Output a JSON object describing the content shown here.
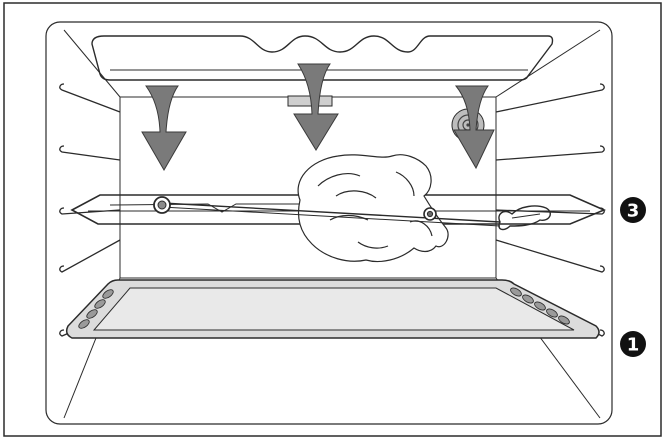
{
  "markers": [
    {
      "id": "shelf-level-3",
      "label": "3"
    },
    {
      "id": "shelf-level-1",
      "label": "1"
    }
  ],
  "colors": {
    "line": "#2b2b2b",
    "arrow": "#7a7a7a",
    "arrow_edge": "#3a3a3a",
    "tray_fill": "#dcdcdc",
    "tray_inner": "#e9e9e9",
    "marker_fill": "#111111",
    "marker_text": "#ffffff",
    "background": "#ffffff"
  },
  "icons": [
    "heating-element-icon",
    "heat-arrow-icon",
    "rotisserie-spit-icon",
    "chicken-icon",
    "baking-tray-icon",
    "fan-icon"
  ]
}
